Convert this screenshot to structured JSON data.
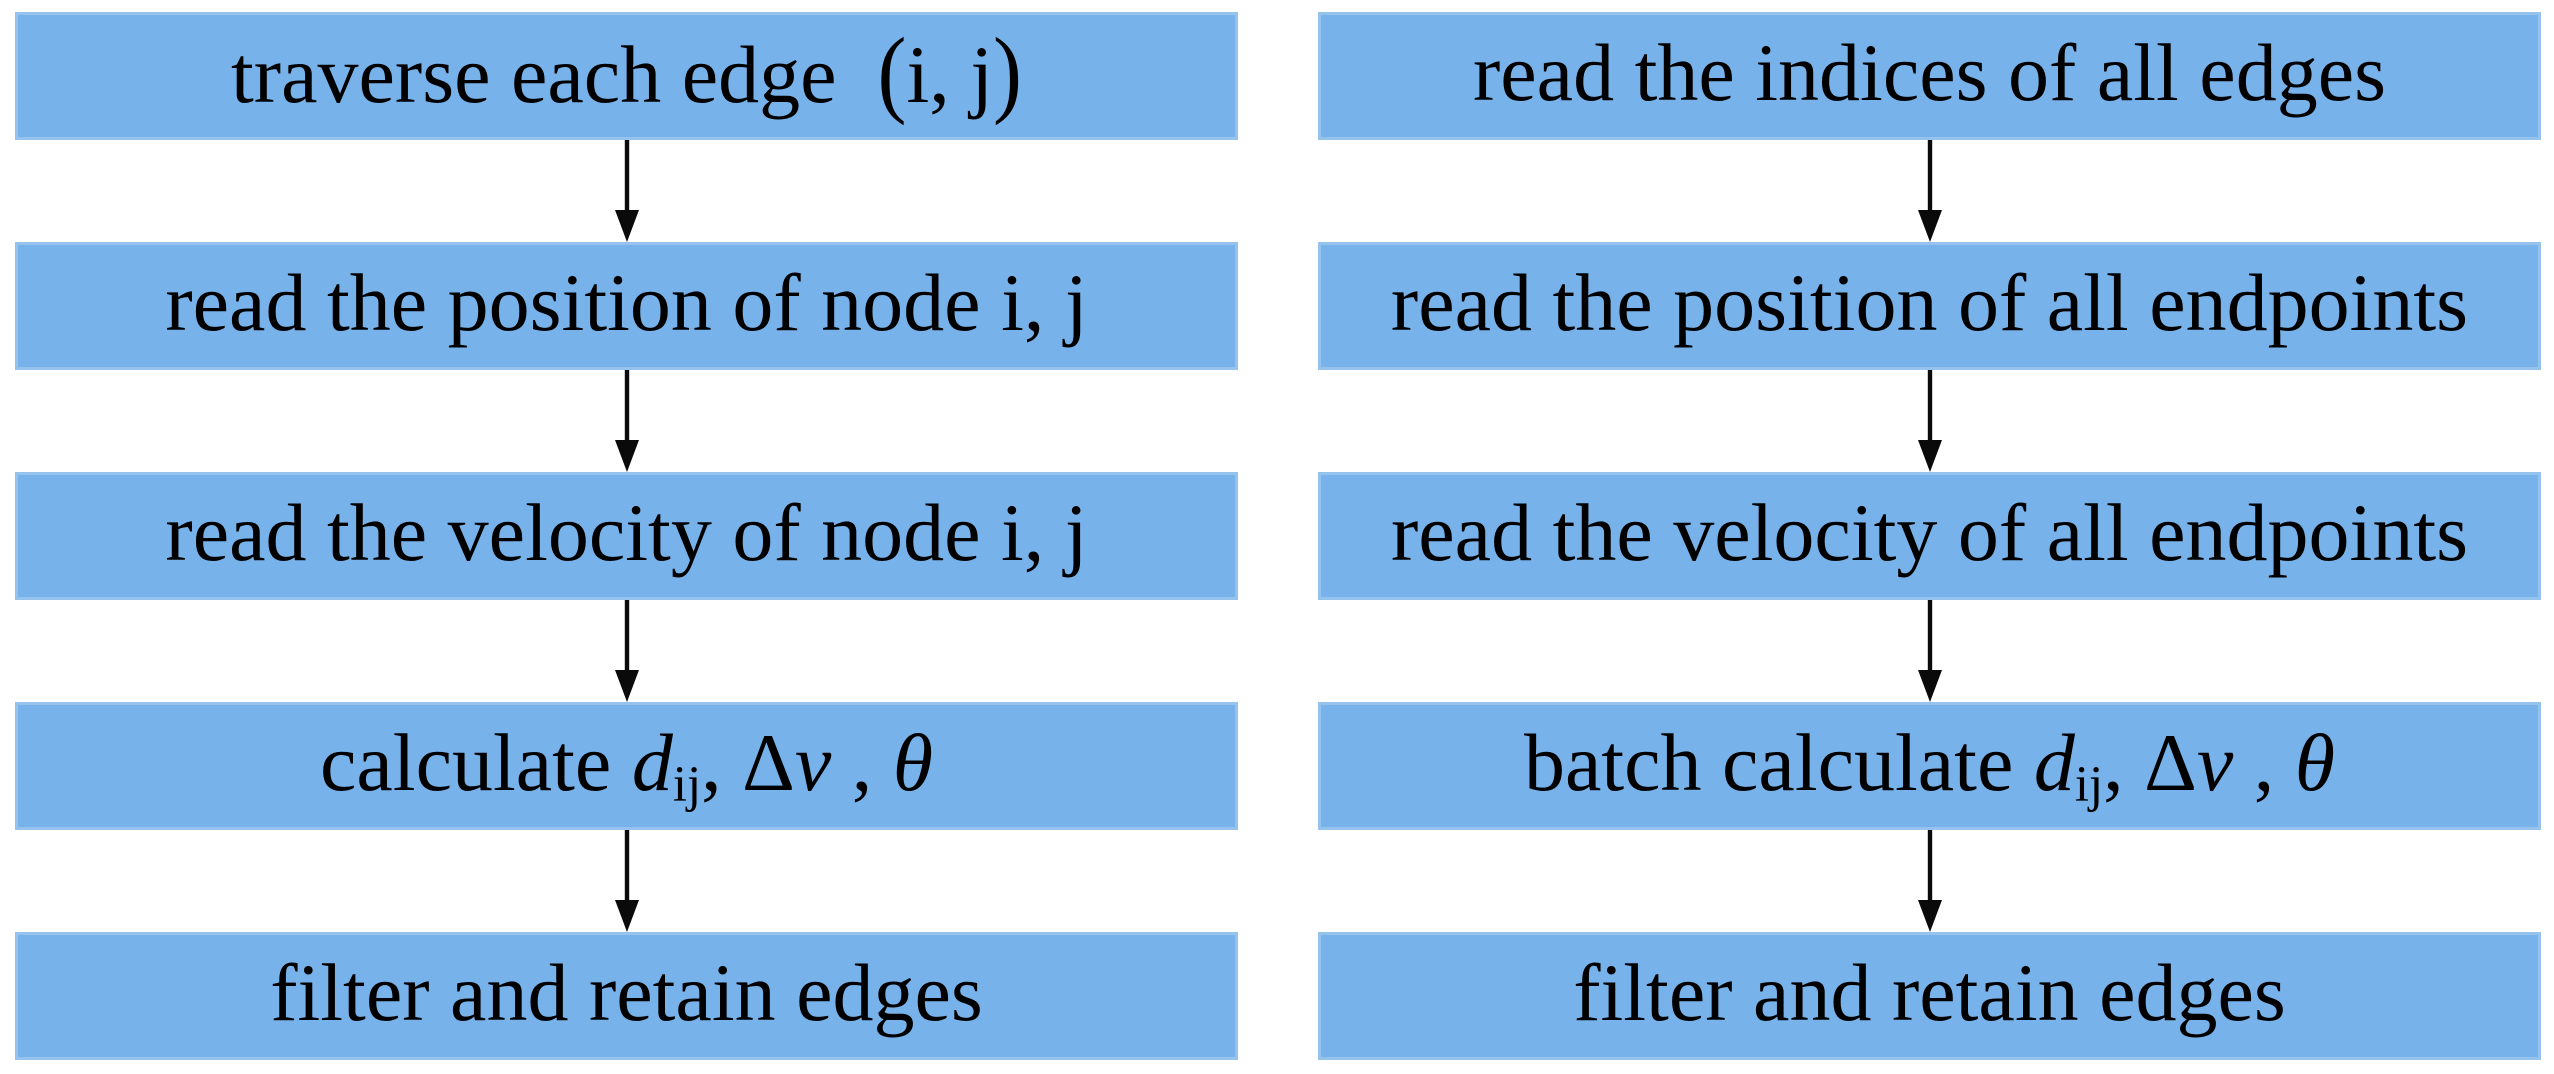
{
  "diagram": {
    "colors": {
      "background": "#ffffff",
      "box": "#78B2EA",
      "text": "#000000",
      "arrow": "#0a0a0a"
    },
    "columns": [
      {
        "steps": [
          {
            "segments": [
              {
                "t": "traverse each edge  ",
                "s": "n"
              },
              {
                "t": "(",
                "s": "paren"
              },
              {
                "t": "i, j",
                "s": "n"
              },
              {
                "t": ")",
                "s": "paren"
              }
            ]
          },
          {
            "segments": [
              {
                "t": "read the position of node i, j",
                "s": "n"
              }
            ]
          },
          {
            "segments": [
              {
                "t": "read the velocity of node i, j",
                "s": "n"
              }
            ]
          },
          {
            "segments": [
              {
                "t": "calculate ",
                "s": "n"
              },
              {
                "t": "d",
                "s": "i"
              },
              {
                "t": "ij",
                "s": "sub"
              },
              {
                "t": ", Δ",
                "s": "n"
              },
              {
                "t": "v",
                "s": "i"
              },
              {
                "t": " , ",
                "s": "n"
              },
              {
                "t": "θ",
                "s": "i"
              }
            ]
          },
          {
            "segments": [
              {
                "t": "filter and retain edges",
                "s": "n"
              }
            ]
          }
        ]
      },
      {
        "steps": [
          {
            "segments": [
              {
                "t": "read the indices of all edges",
                "s": "n"
              }
            ]
          },
          {
            "segments": [
              {
                "t": "read the position of all endpoints",
                "s": "n"
              }
            ]
          },
          {
            "segments": [
              {
                "t": "read the velocity of all endpoints",
                "s": "n"
              }
            ]
          },
          {
            "segments": [
              {
                "t": "batch calculate ",
                "s": "n"
              },
              {
                "t": "d",
                "s": "i"
              },
              {
                "t": "ij",
                "s": "sub"
              },
              {
                "t": ", Δ",
                "s": "n"
              },
              {
                "t": "v",
                "s": "i"
              },
              {
                "t": " , ",
                "s": "n"
              },
              {
                "t": "θ",
                "s": "i"
              }
            ]
          },
          {
            "segments": [
              {
                "t": "filter and retain edges",
                "s": "n"
              }
            ]
          }
        ]
      }
    ]
  }
}
